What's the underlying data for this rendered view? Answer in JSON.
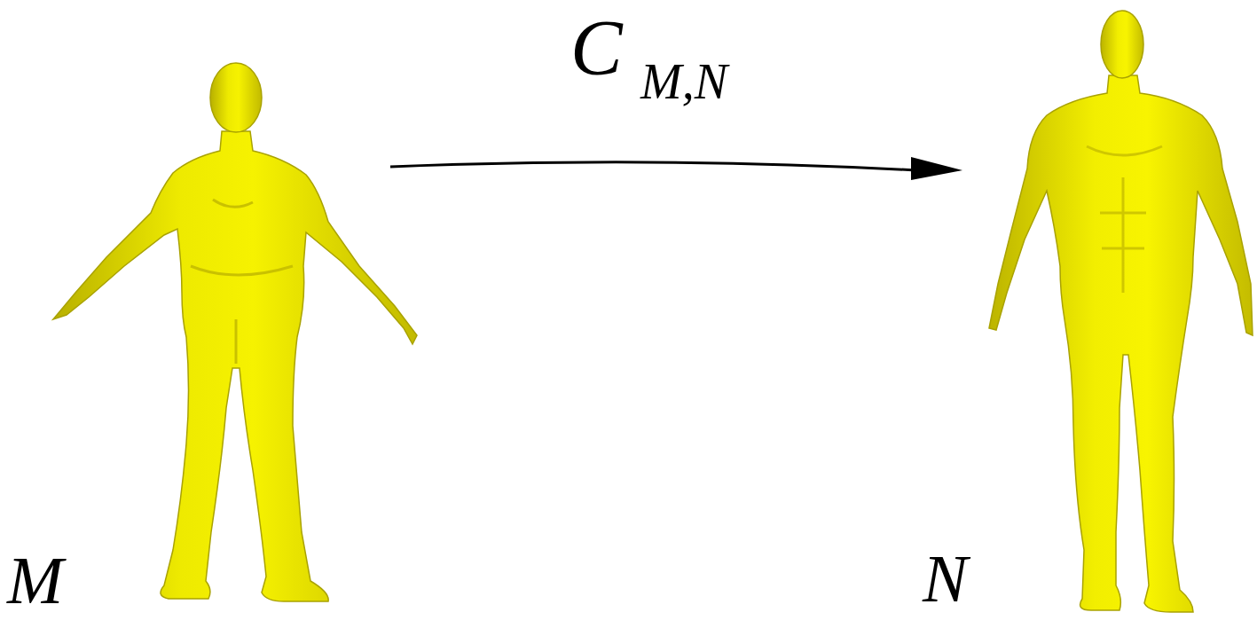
{
  "diagram": {
    "nodes": [
      {
        "text": [
          "M"
        ]
      },
      {
        "text": [
          "N"
        ]
      }
    ],
    "edges": [
      {
        "from": 0,
        "to": 1,
        "arrow": "to",
        "label": "C"
      }
    ],
    "labels": [
      "M,N"
    ]
  }
}
